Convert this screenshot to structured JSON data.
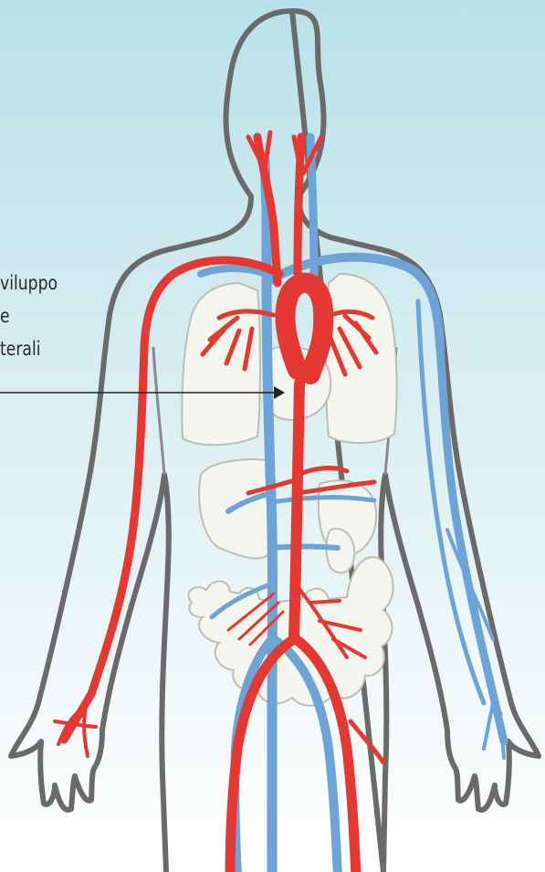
{
  "annotation": {
    "lines": [
      "sviluppo",
      "e",
      "laterali"
    ],
    "visible_lines": [
      "viluppo",
      "e",
      "terali"
    ]
  },
  "colors": {
    "background_top": "#b9e1ea",
    "background_bottom": "#ffffff",
    "artery": "#e43833",
    "vein": "#6ea3d6",
    "body_outline": "#6a6a6a",
    "organ_fill": "#f5f5ef",
    "organ_outline": "#bdbdb5"
  }
}
